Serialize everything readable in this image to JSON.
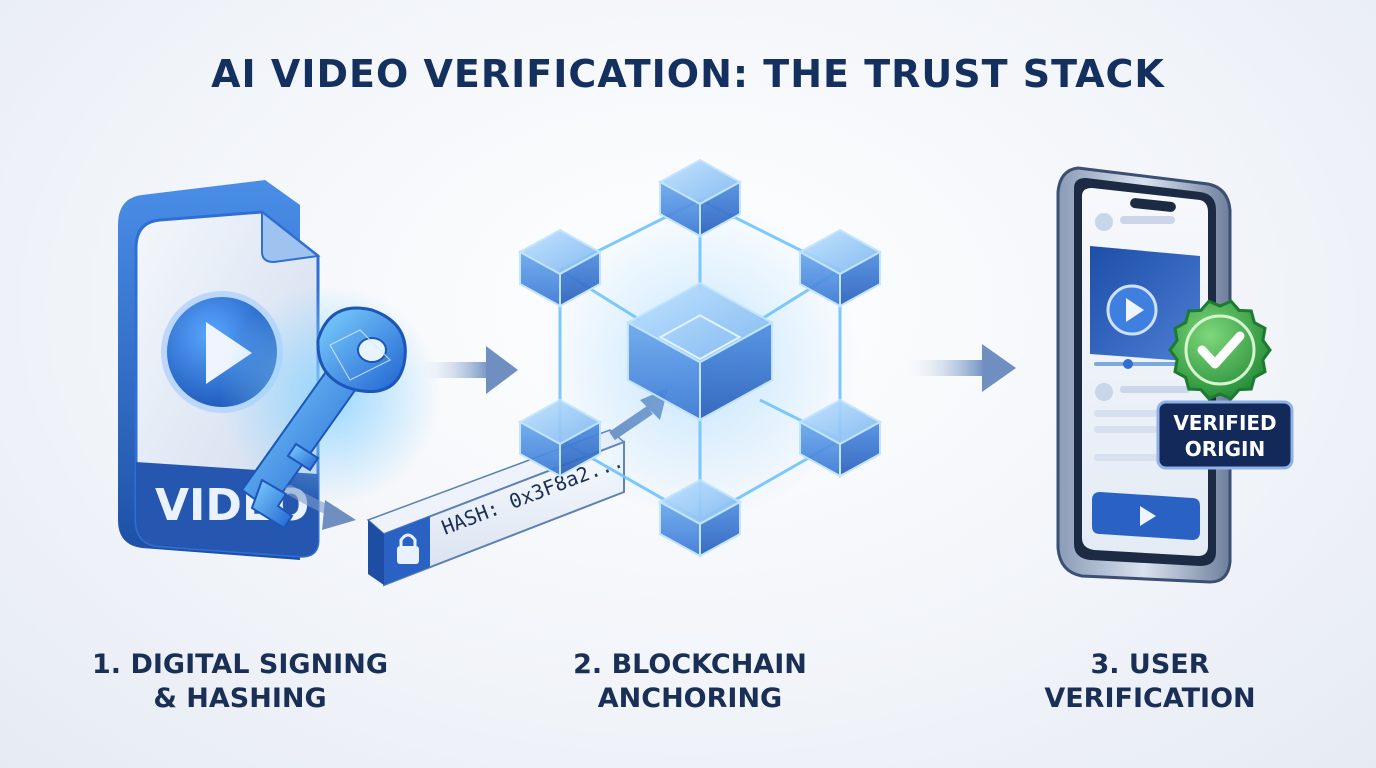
{
  "title": "AI VIDEO VERIFICATION: THE TRUST STACK",
  "video_file_label": "VIDEO",
  "hash_label": "HASH: 0x3F8a2...",
  "badge": {
    "line1": "VERIFIED",
    "line2": "ORIGIN"
  },
  "steps": [
    {
      "line1": "1. DIGITAL SIGNING",
      "line2": "& HASHING"
    },
    {
      "line1": "2. BLOCKCHAIN",
      "line2": "ANCHORING"
    },
    {
      "line1": "3. USER",
      "line2": "VERIFICATION"
    }
  ],
  "colors": {
    "navy": "#14305f",
    "blue": "#2f6fd3",
    "glow": "#5fb4ff",
    "green": "#3aa64a"
  }
}
